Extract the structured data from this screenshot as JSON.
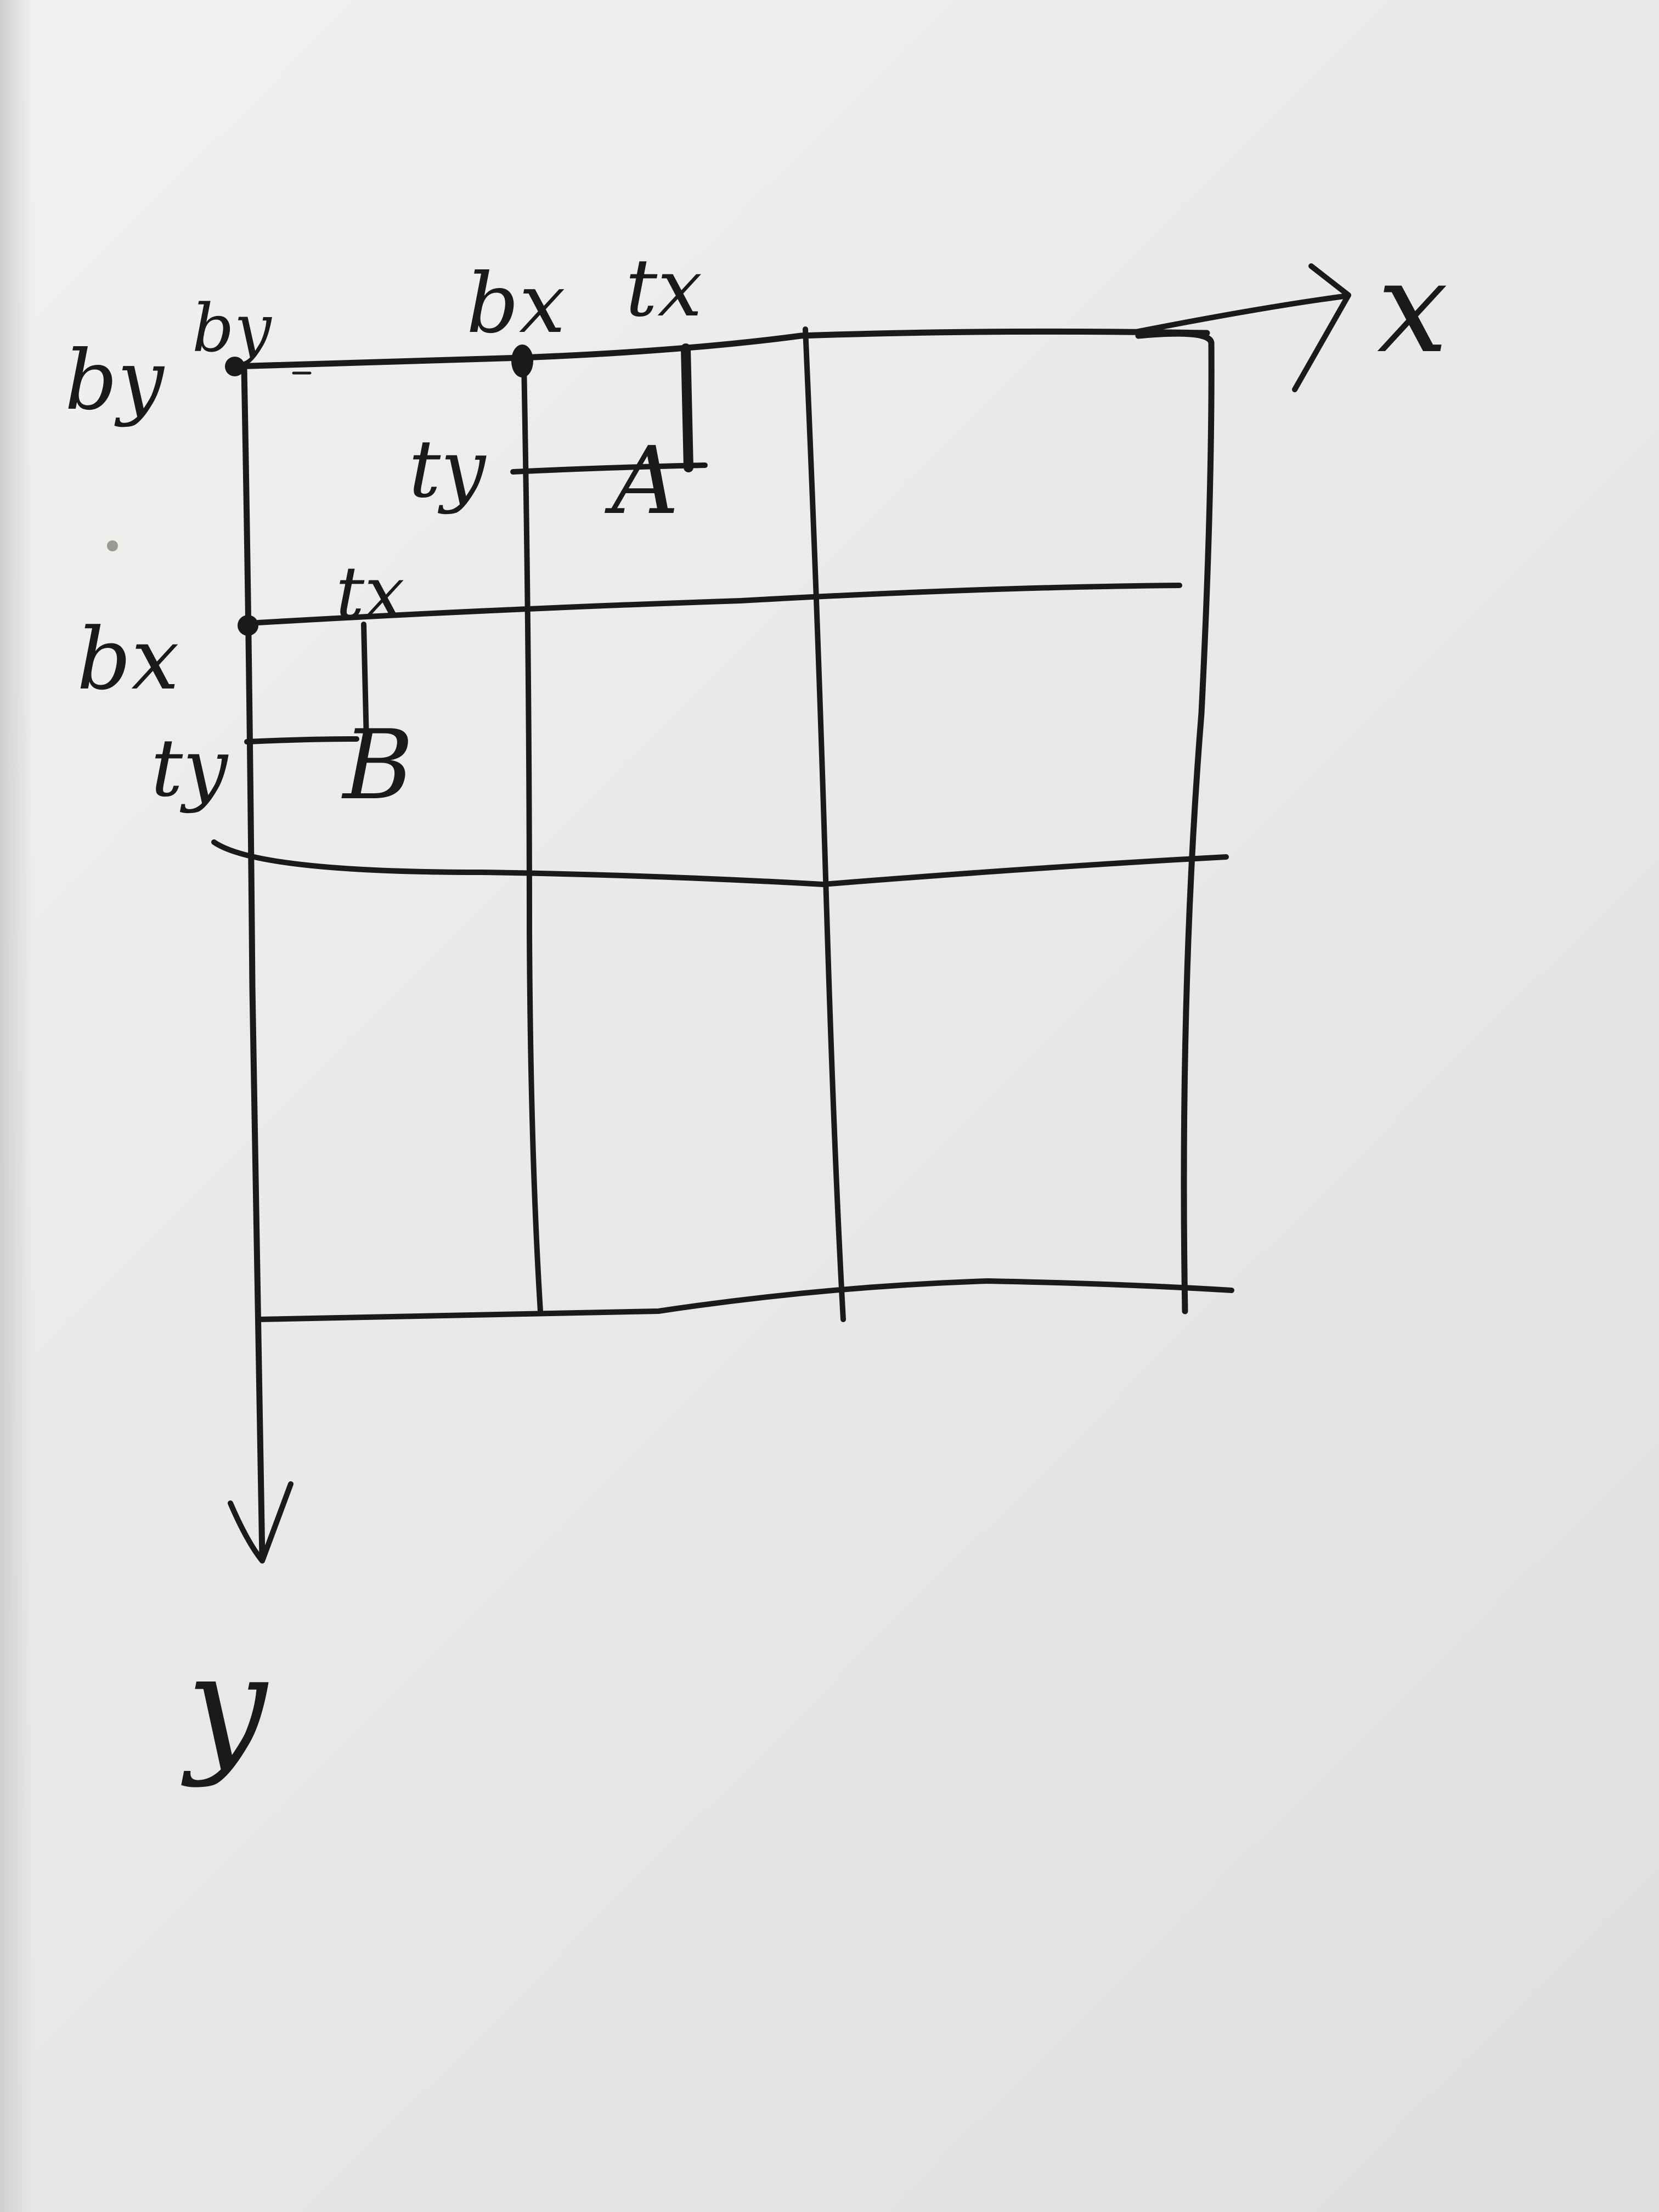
{
  "axes": {
    "x_label": "x",
    "y_label": "y"
  },
  "labels": {
    "by_outer": "by",
    "by_origin": "by",
    "bx_top": "bx",
    "tx_top": "tx",
    "ty_A": "ty",
    "point_A": "A",
    "bx_left": "bx",
    "tx_B": "tx",
    "ty_B": "ty",
    "point_B": "B"
  },
  "colors": {
    "ink": "#1a1a1a",
    "paper": "#eeeeec"
  }
}
